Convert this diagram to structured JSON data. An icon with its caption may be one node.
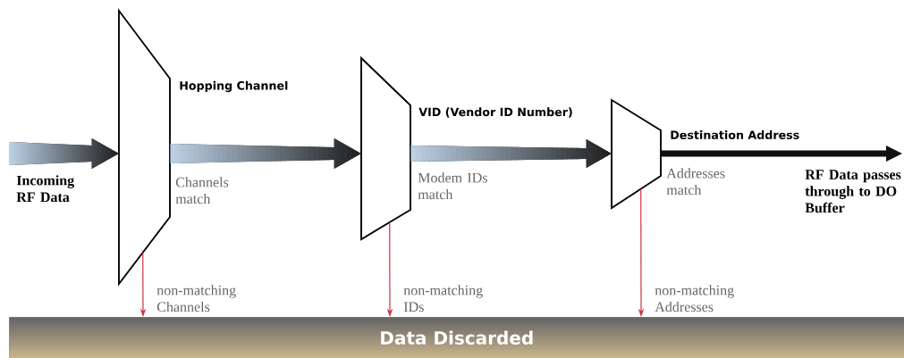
{
  "diagram": {
    "nodes": [
      {
        "text": [
          "Hopping Channel"
        ],
        "beside": [
          "Channels match"
        ]
      },
      {
        "text": [
          "VID (Vendor ID Number)"
        ],
        "beside": [
          "Modem IDs match"
        ]
      },
      {
        "text": [
          "Destination Address"
        ],
        "beside": [
          "Addresses match"
        ]
      },
      {
        "text": [
          "Data Discarded"
        ]
      }
    ],
    "edges": [
      {
        "from": null,
        "to": 0,
        "arrow": "to",
        "style": "thick"
      },
      {
        "from": 0,
        "to": 1,
        "arrow": "to",
        "style": "thick"
      },
      {
        "from": 1,
        "to": 2,
        "arrow": "to",
        "style": "thick"
      },
      {
        "from": 2,
        "to": null,
        "arrow": "to",
        "style": "thick",
        "color": "#111111"
      },
      {
        "from": 0,
        "to": 3,
        "arrow": "to",
        "color": "#cc3344",
        "label": "non-matching Channels"
      },
      {
        "from": 1,
        "to": 3,
        "arrow": "to",
        "color": "#cc3344",
        "label": "non-matching IDs"
      },
      {
        "from": 2,
        "to": 3,
        "arrow": "to",
        "color": "#cc3344",
        "label": "non-matching Addresses"
      }
    ],
    "labels": [
      "Incoming RF Data",
      "RF Data passes through to DO Buffer"
    ]
  }
}
